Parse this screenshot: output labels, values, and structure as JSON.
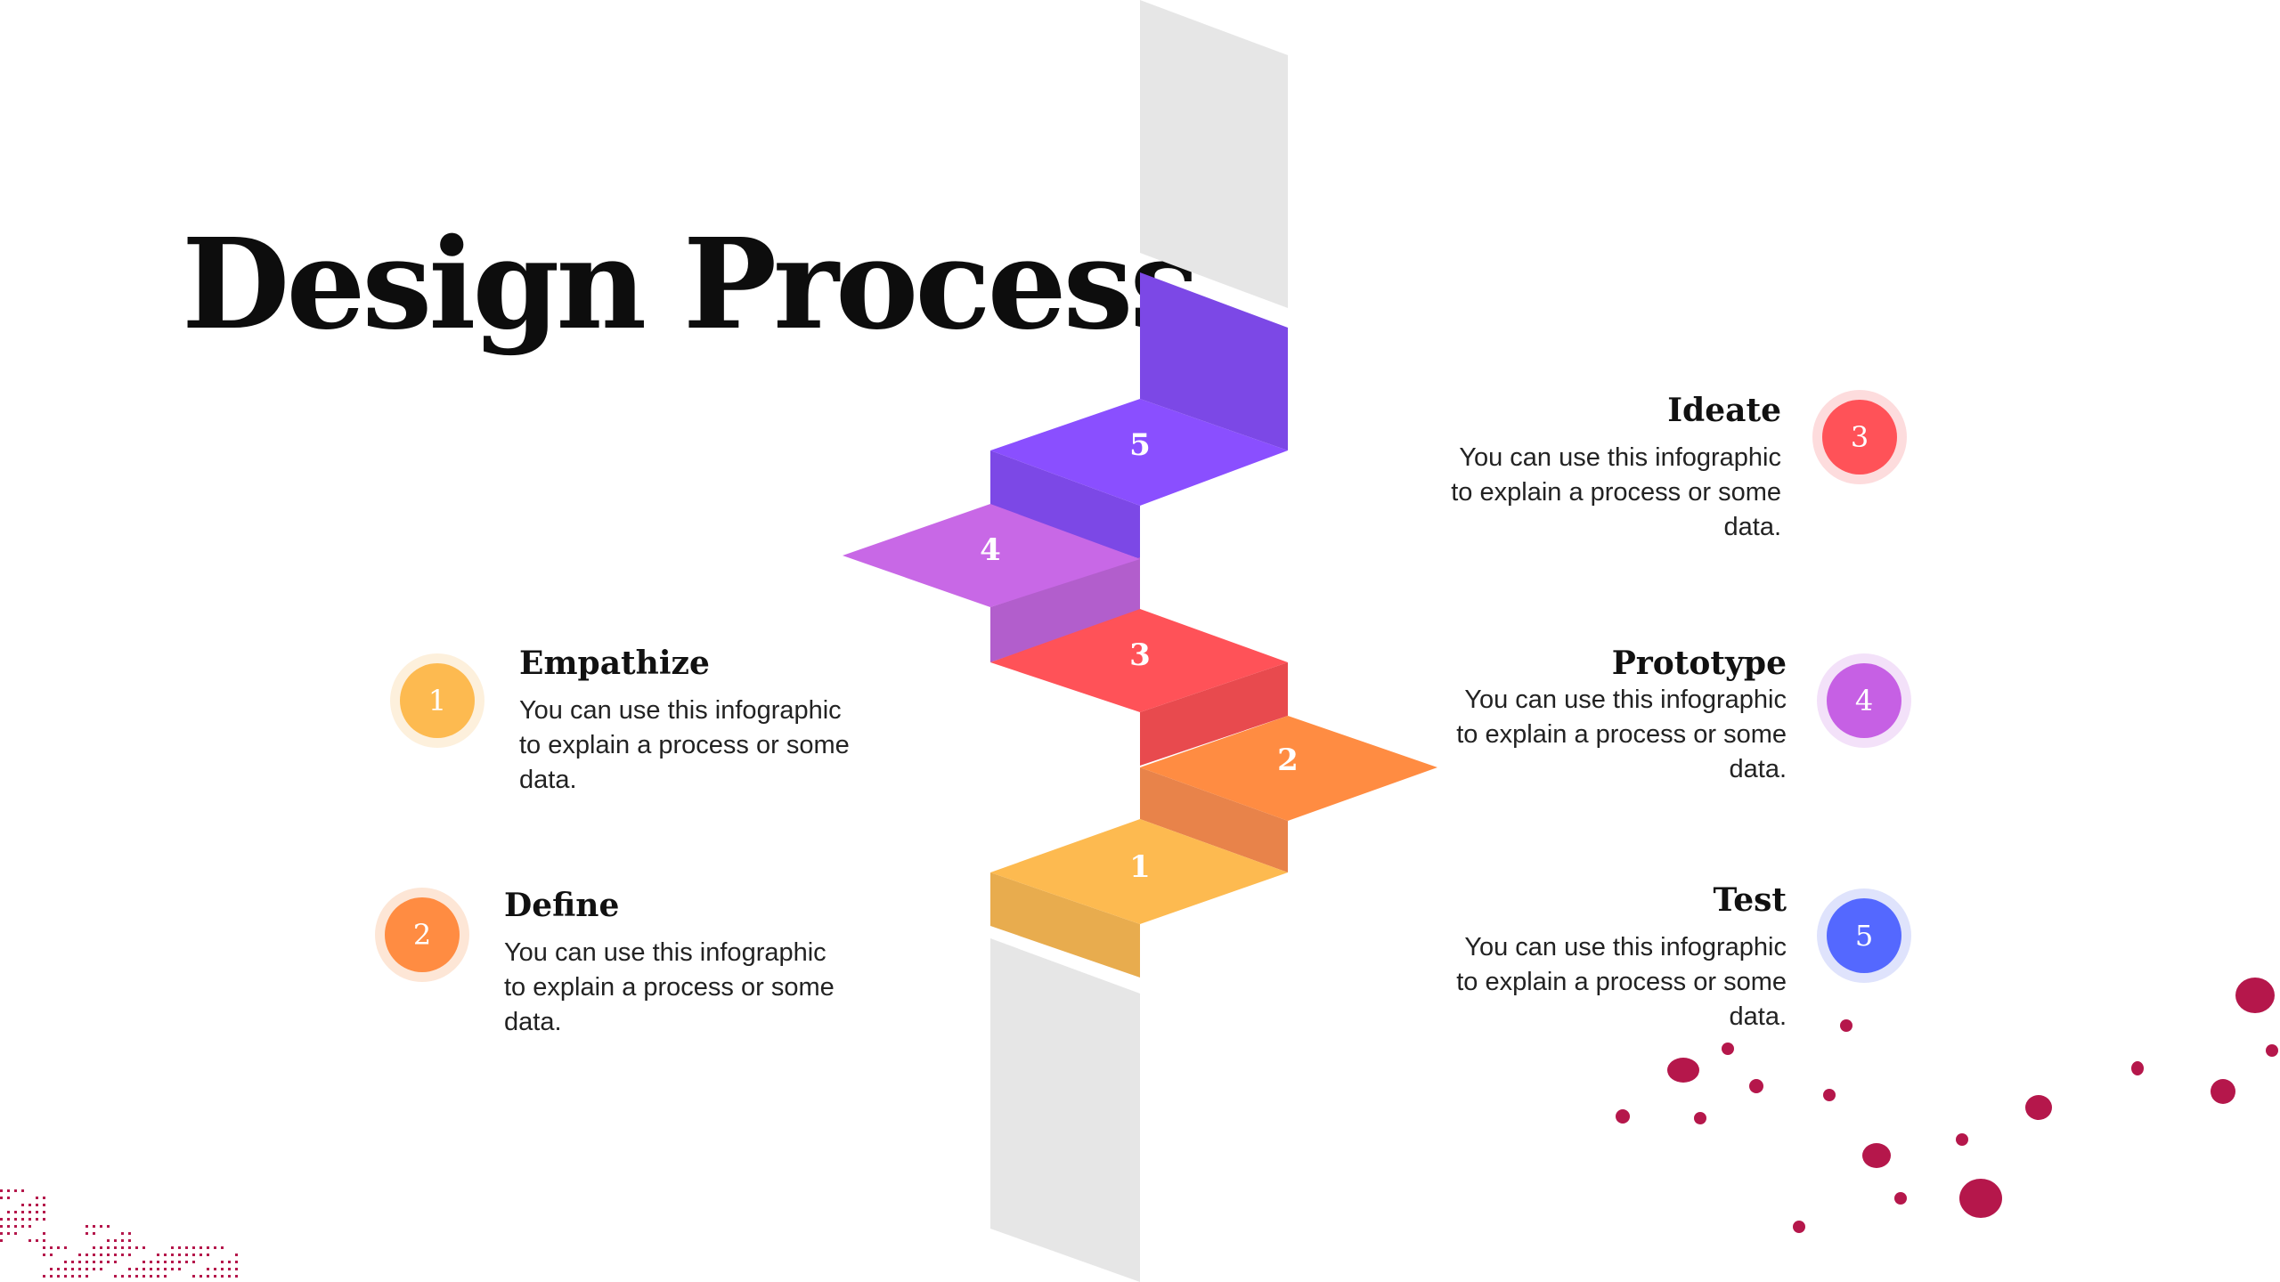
{
  "title": "Design Process",
  "steps": [
    {
      "number": "1",
      "label": "Empathize",
      "text": "You can use this infographic to explain a process or some data.",
      "color": "#FDBA50",
      "halo": "#FDF0DC"
    },
    {
      "number": "2",
      "label": "Define",
      "text": "You can use this infographic to explain a process or some data.",
      "color": "#FF8C42",
      "halo": "#FDE6D6"
    },
    {
      "number": "3",
      "label": "Ideate",
      "text": "You can use this infographic to explain a process or some data.",
      "color": "#FF5258",
      "halo": "#FDDCDD"
    },
    {
      "number": "4",
      "label": "Prototype",
      "text": "You can use this infographic to explain a process or some data.",
      "color": "#C660E4",
      "halo": "#F3E1F9"
    },
    {
      "number": "5",
      "label": "Test",
      "text": "You can use this infographic to explain a process or some data.",
      "color": "#5468FF",
      "halo": "#DFE3FC"
    }
  ],
  "colors": {
    "pillar": "#E6E6E6",
    "step1_top": "#FDBA50",
    "step1_side": "#E8AC4E",
    "step2_top": "#FF8C42",
    "step2_side": "#E8834A",
    "step3_top": "#FF5258",
    "step3_side": "#E84A4E",
    "step4_top": "#C868E6",
    "step4_side": "#B25ECC",
    "step5_top": "#8A4FFF",
    "step5_side": "#7C48E6",
    "accent_dots": "#B5174B"
  }
}
